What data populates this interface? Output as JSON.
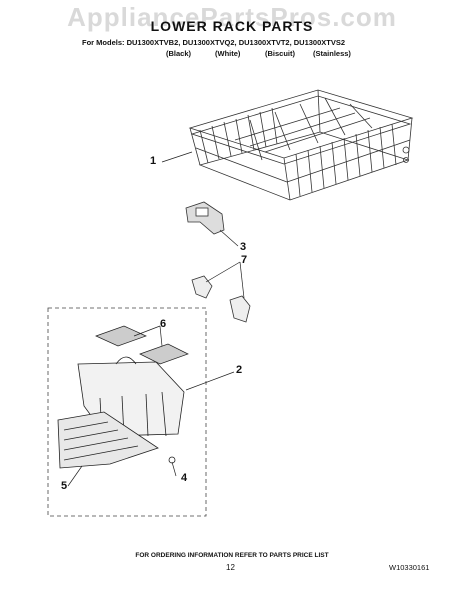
{
  "watermark": "AppliancePartsPros.com",
  "title": "LOWER RACK PARTS",
  "models": "For Models: DU1300XTVB2, DU1300XTVQ2, DU1300XTVT2, DU1300XTVS2",
  "colors": [
    "(Black)",
    "(White)",
    "(Biscuit)",
    "(Stainless)"
  ],
  "callouts": [
    "1",
    "3",
    "7",
    "6",
    "2",
    "4",
    "5"
  ],
  "footer": "FOR ORDERING INFORMATION REFER TO PARTS PRICE LIST",
  "page_number": "12",
  "doc_number": "W10330161"
}
